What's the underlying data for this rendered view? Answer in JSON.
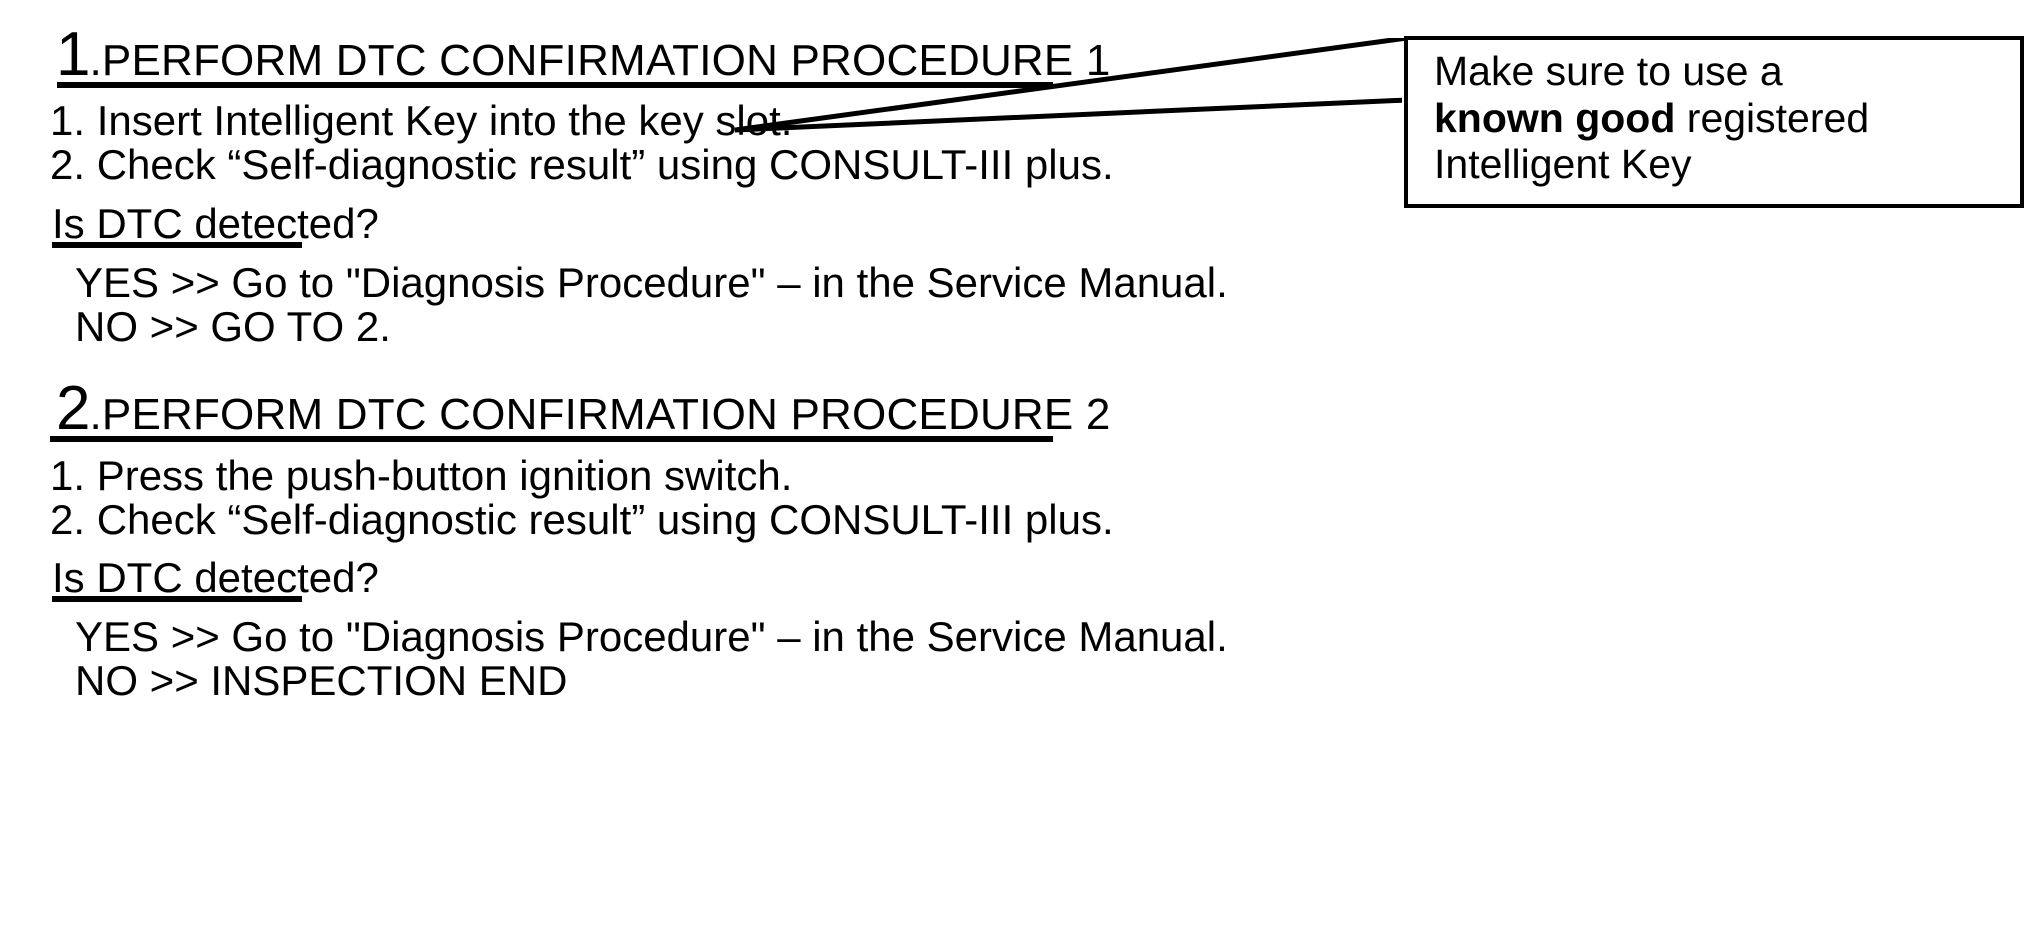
{
  "document": {
    "title": "DTC Confirmation Procedure Flow"
  },
  "sections": [
    {
      "number": "1",
      "title": ".PERFORM DTC CONFIRMATION PROCEDURE 1",
      "steps": [
        "1. Insert Intelligent Key into the key slot.",
        "2. Check “Self-diagnostic result” using CONSULT-III plus."
      ],
      "question": "Is DTC detected?",
      "branches": [
        "YES >> Go to \"Diagnosis Procedure\" – in the Service Manual.",
        "NO >> GO TO 2."
      ]
    },
    {
      "number": "2",
      "title": ".PERFORM DTC CONFIRMATION PROCEDURE 2",
      "steps": [
        "1. Press the push-button ignition switch.",
        "2. Check “Self-diagnostic result” using CONSULT-III plus."
      ],
      "question": "Is DTC detected?",
      "branches": [
        "YES >> Go to \"Diagnosis Procedure\" – in the Service Manual.",
        "NO >> INSPECTION END"
      ]
    }
  ],
  "callout": {
    "line1": "Make sure to use a",
    "emphasis": "known good",
    "line2_rest": " registered",
    "line3": "Intelligent Key",
    "border_color": "#000000",
    "text_color": "#000000"
  },
  "colors": {
    "background": "#ffffff",
    "ink": "#000000"
  }
}
